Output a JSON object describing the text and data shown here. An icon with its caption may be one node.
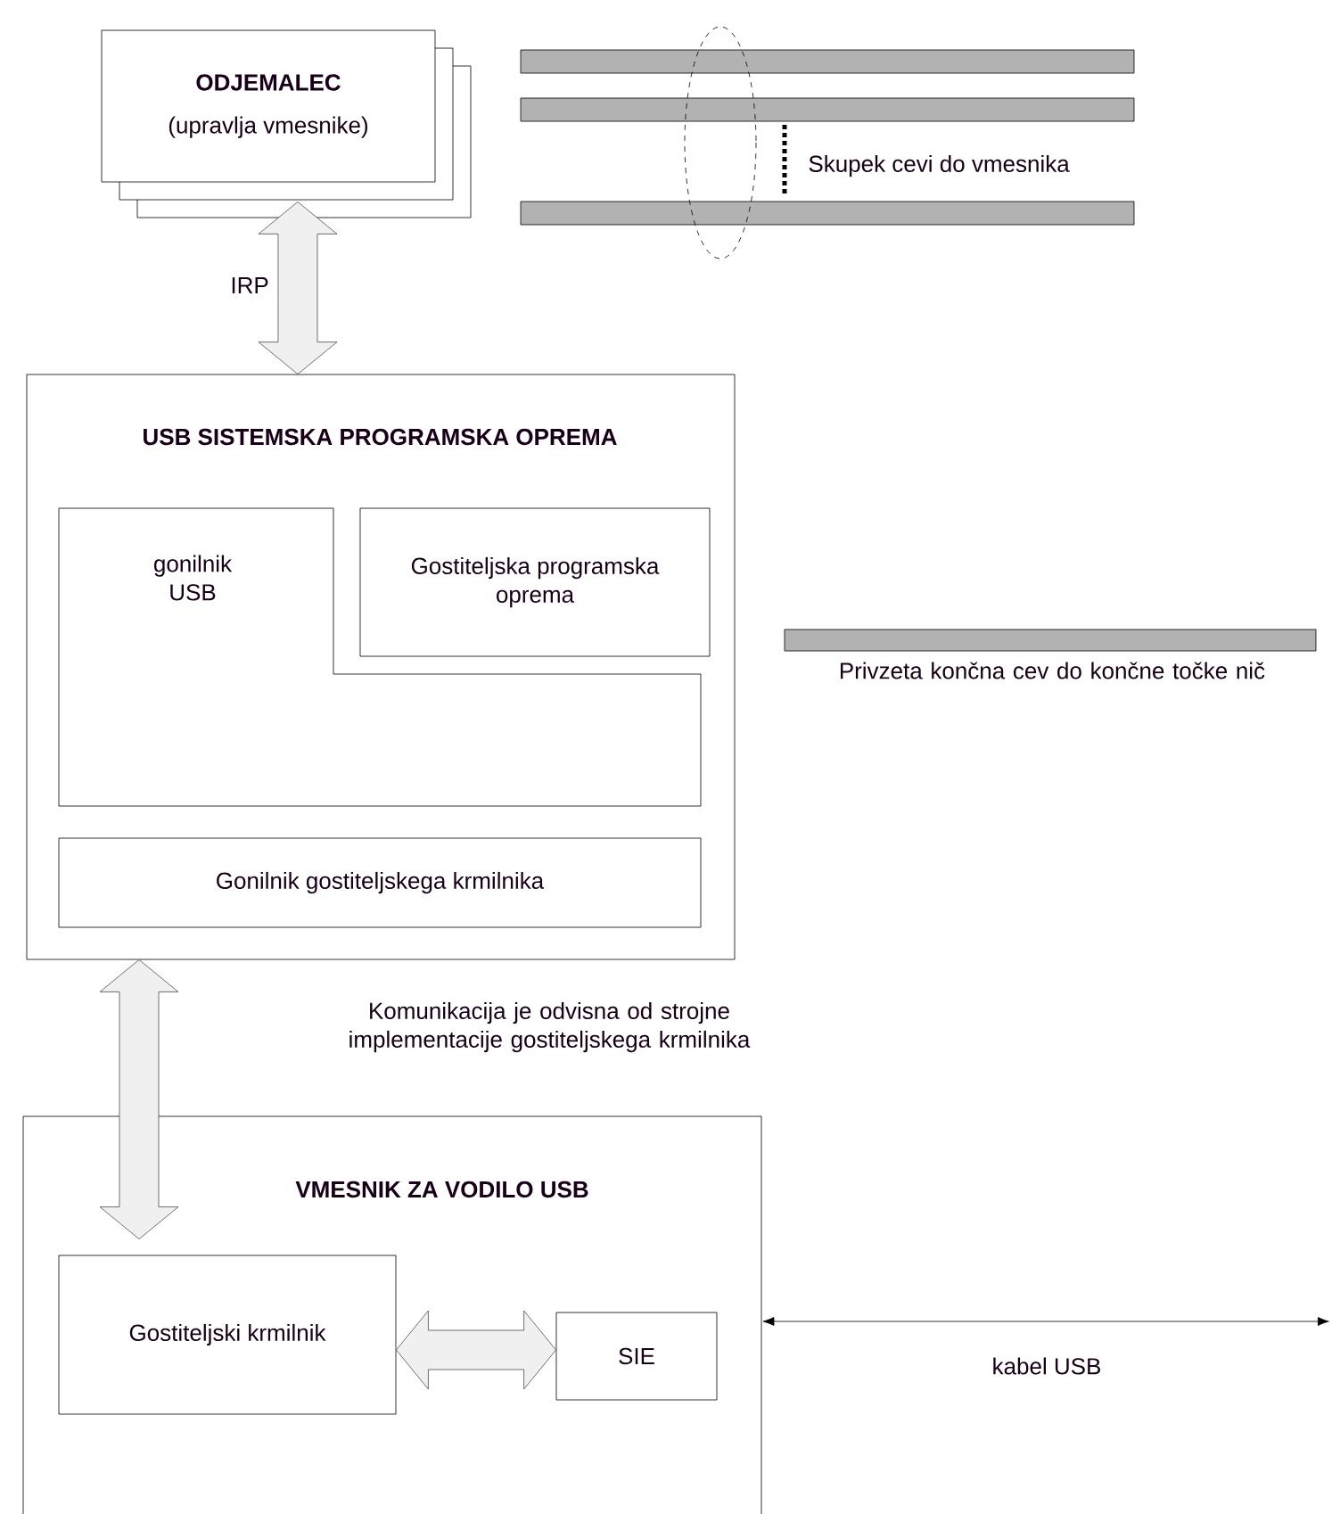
{
  "diagram": {
    "nodes": [
      {
        "text": [
          "ODJEMALEC",
          "(upravlja vmesnike)"
        ]
      },
      {
        "text": [
          "USB SISTEMSKA PROGRAMSKA OPREMA"
        ]
      },
      {
        "text": [
          "gonilnik USB"
        ],
        "in": 1
      },
      {
        "text": [
          "Gostiteljska programska oprema"
        ],
        "in": 1
      },
      {
        "text": [
          "Gonilnik gostiteljskega krmilnika"
        ],
        "in": 1
      },
      {
        "text": [
          "VMESNIK ZA VODILO USB"
        ]
      },
      {
        "text": [
          "Gostiteljski krmilnik"
        ],
        "in": 5
      },
      {
        "text": [
          "SIE"
        ],
        "in": 5
      }
    ],
    "edges": [
      {
        "from": 0,
        "to": 1,
        "arrow": "both",
        "label": "IRP"
      },
      {
        "from": 1,
        "to": 6,
        "arrow": "both"
      },
      {
        "from": 6,
        "to": 7,
        "arrow": "both"
      },
      {
        "from": 5,
        "to": null,
        "arrow": "both",
        "label": "kabel USB"
      }
    ],
    "labels": [
      "Skupek cevi do vmesnika",
      "Privzeta končna cev do končne točke nič",
      "Komunikacija je odvisna od strojne implementacije gostiteljskega krmilnika"
    ]
  }
}
